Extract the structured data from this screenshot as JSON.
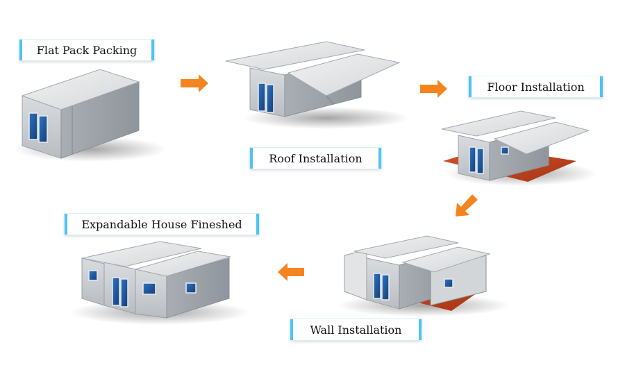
{
  "steps": [
    {
      "id": "flat_pack",
      "label": "Flat Pack Packing"
    },
    {
      "id": "roof",
      "label": "Roof Installation"
    },
    {
      "id": "floor",
      "label": "Floor Installation"
    },
    {
      "id": "wall",
      "label": "Wall Installation"
    },
    {
      "id": "finished",
      "label": "Expandable House Fineshed"
    }
  ],
  "colors": {
    "label_accent": "#4fc3f7",
    "arrow": "#f5841f",
    "wall": "#c8cbcf",
    "roof": "#e4e6e8",
    "window": "#1f5fa8",
    "floor": "#c0441f"
  }
}
